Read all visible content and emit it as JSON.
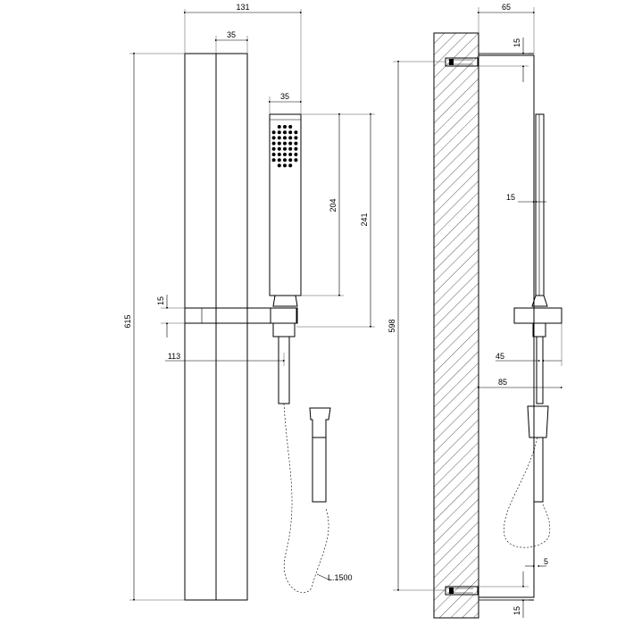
{
  "drawing": {
    "left_view": {
      "dims": {
        "overall_width": "131",
        "rail_width": "35",
        "handshower_width": "35",
        "handshower_body": "204",
        "handshower_total": "241",
        "total_height": "615",
        "bracket_thickness": "15",
        "outlet_offset": "113",
        "hose_length": "L.1500"
      }
    },
    "right_view": {
      "dims": {
        "depth": "65",
        "top_bracket": "15",
        "rail_gap": "15",
        "fixing_distance": "598",
        "outlet_depth": "45",
        "bracket_depth": "85",
        "hose_offset": "5",
        "bottom_bracket": "15"
      }
    }
  }
}
